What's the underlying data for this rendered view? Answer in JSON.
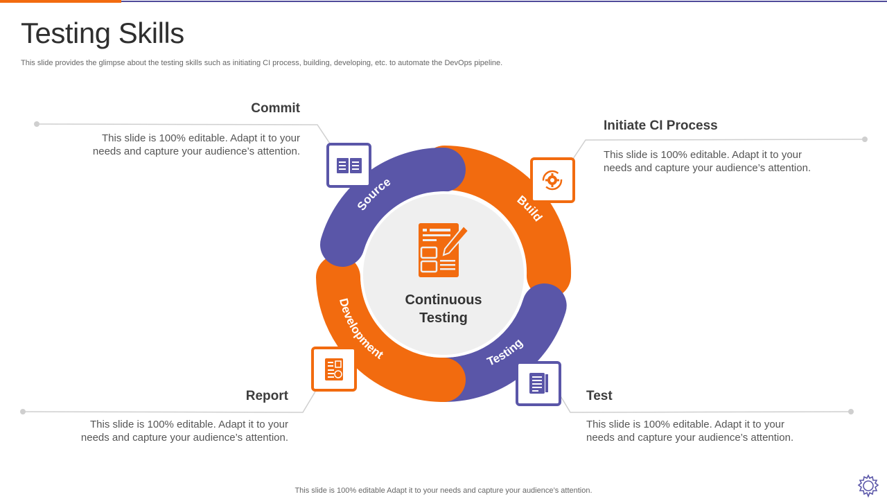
{
  "header": {
    "title": "Testing Skills",
    "subtitle": "This slide provides the glimpse about the testing skills such as initiating CI process, building, developing, etc. to automate the DevOps pipeline."
  },
  "center": {
    "line1": "Continuous",
    "line2": "Testing"
  },
  "segments": {
    "source": "Source",
    "build": "Build",
    "testing": "Testing",
    "development": "Development"
  },
  "blocks": {
    "commit": {
      "heading": "Commit",
      "line1": "This slide is 100% editable. Adapt it to your",
      "line2": "needs and capture your audience’s attention."
    },
    "initiate": {
      "heading": "Initiate CI Process",
      "line1": "This slide is 100% editable. Adapt it to your",
      "line2": "needs and capture your audience’s attention."
    },
    "report": {
      "heading": "Report",
      "line1": "This slide is 100% editable. Adapt it to your",
      "line2": "needs and capture your audience’s attention."
    },
    "test": {
      "heading": "Test",
      "line1": "This slide is 100% editable. Adapt it to your",
      "line2": "needs and capture your audience’s attention."
    }
  },
  "footer": "This slide is 100% editable Adapt it to your needs and capture your audience’s attention.",
  "colors": {
    "orange": "#f26b0f",
    "purple": "#5a56a8",
    "center_bg": "#efefef",
    "connector": "#cfcfcf"
  }
}
